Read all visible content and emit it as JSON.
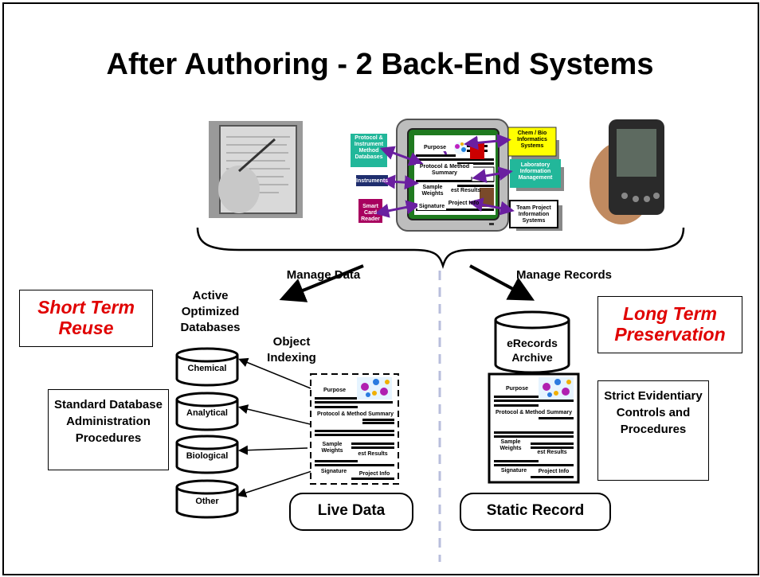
{
  "title": "After Authoring - 2 Back-End Systems",
  "top_diagram": {
    "left_boxes": [
      "Protocol & Instrument Method Databases",
      "Instruments",
      "Smart Card Reader"
    ],
    "right_boxes": [
      "Chem / Bio Informatics Systems",
      "Laboratory Information Management",
      "Team Project Information Systems"
    ],
    "doc_fields": {
      "purpose": "Purpose",
      "protocol": "Protocol & Method Summary",
      "sample": "Sample Weights",
      "results": "est Results",
      "signature": "Signature",
      "project": "Project Info"
    }
  },
  "flows": {
    "left": "Manage Data",
    "right": "Manage Records"
  },
  "left_side": {
    "callout": "Short Term Reuse",
    "db_heading": "Active Optimized Databases",
    "databases": [
      "Chemical",
      "Analytical",
      "Biological",
      "Other"
    ],
    "indexing": "Object Indexing",
    "procedures": "Standard Database Administration Procedures",
    "doc": {
      "purpose": "Purpose",
      "protocol": "Protocol & Method Summary",
      "sample": "Sample Weights",
      "results": "est Results",
      "signature": "Signature",
      "project": "Project Info"
    },
    "footer": "Live Data"
  },
  "right_side": {
    "callout": "Long Term Preservation",
    "archive": "eRecords Archive",
    "controls": "Strict Evidentiary Controls and Procedures",
    "doc": {
      "purpose": "Purpose",
      "protocol": "Protocol & Method Summary",
      "sample": "Sample Weights",
      "results": "est Results",
      "signature": "Signature",
      "project": "Project Info"
    },
    "footer": "Static Record"
  },
  "colors": {
    "callout_text": "#e00000",
    "protocol_box": "#22b79a",
    "chem_box": "#ffff00",
    "lab_box": "#22b79a",
    "instruments_box": "#1f2e6e",
    "smartcard_box": "#a8005f",
    "arrows_purple": "#6a1fa0",
    "divider": "#b8bedc"
  }
}
